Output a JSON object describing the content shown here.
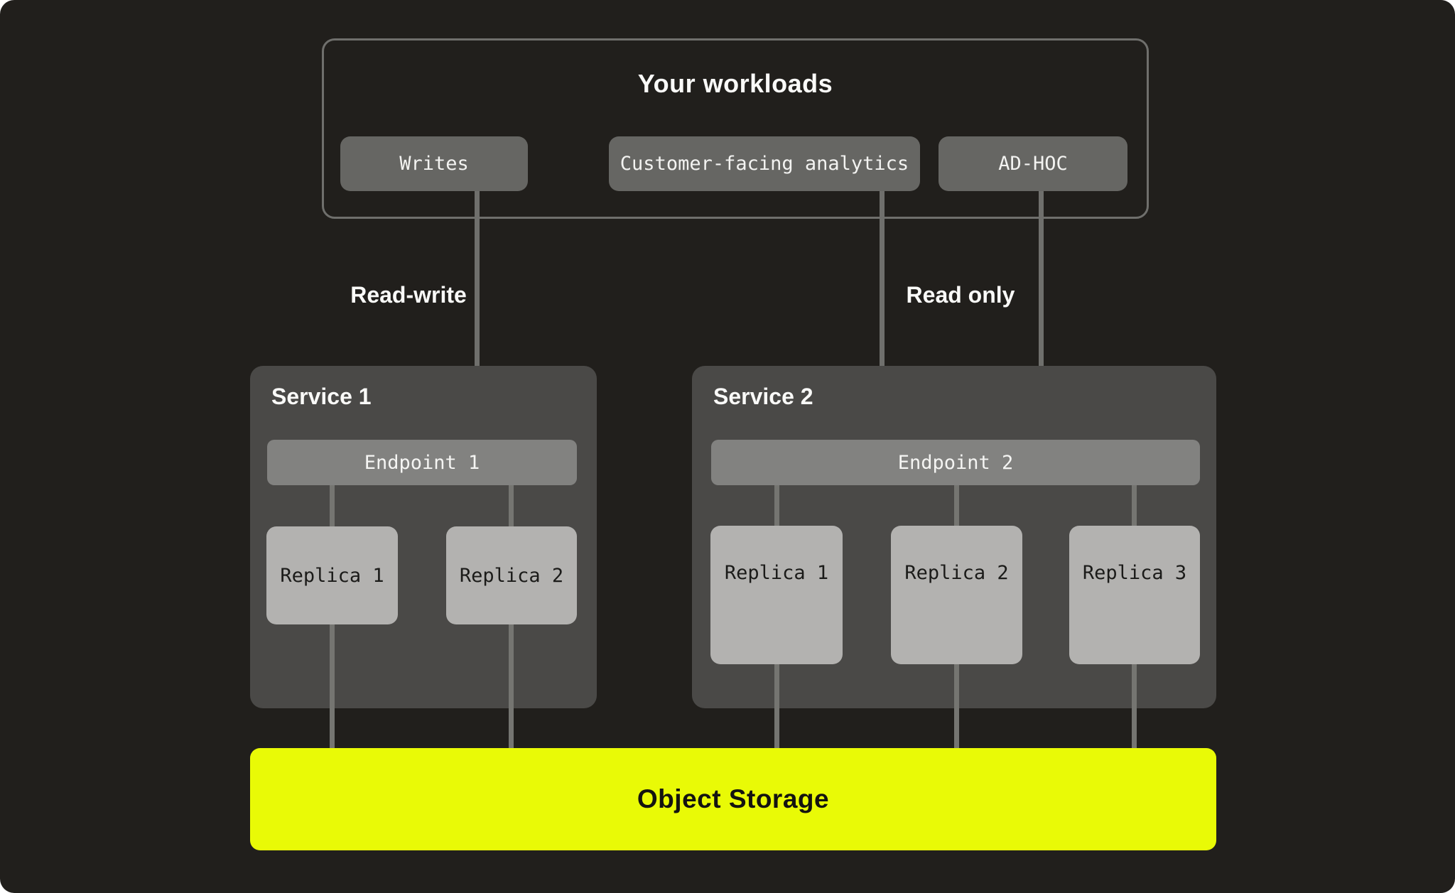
{
  "diagram": {
    "workloads": {
      "title": "Your workloads",
      "items": [
        "Writes",
        "Customer-facing analytics",
        "AD-HOC"
      ]
    },
    "flow_labels": {
      "left": "Read-write",
      "right": "Read only"
    },
    "services": [
      {
        "title": "Service 1",
        "endpoint": "Endpoint 1",
        "replicas": [
          "Replica 1",
          "Replica 2"
        ]
      },
      {
        "title": "Service 2",
        "endpoint": "Endpoint 2",
        "replicas": [
          "Replica 1",
          "Replica 2",
          "Replica 3"
        ]
      }
    ],
    "storage": {
      "label": "Object Storage"
    },
    "colors": {
      "canvas_bg": "#211F1C",
      "panel_bg": "#4A4947",
      "workload_node_bg": "#666663",
      "endpoint_bg": "#828280",
      "replica_bg": "#B3B2B0",
      "line": "#6F6F6C",
      "storage_bg": "#E9FA06",
      "text_light": "#FAFAF8",
      "text_dark": "#1B1B19"
    }
  }
}
